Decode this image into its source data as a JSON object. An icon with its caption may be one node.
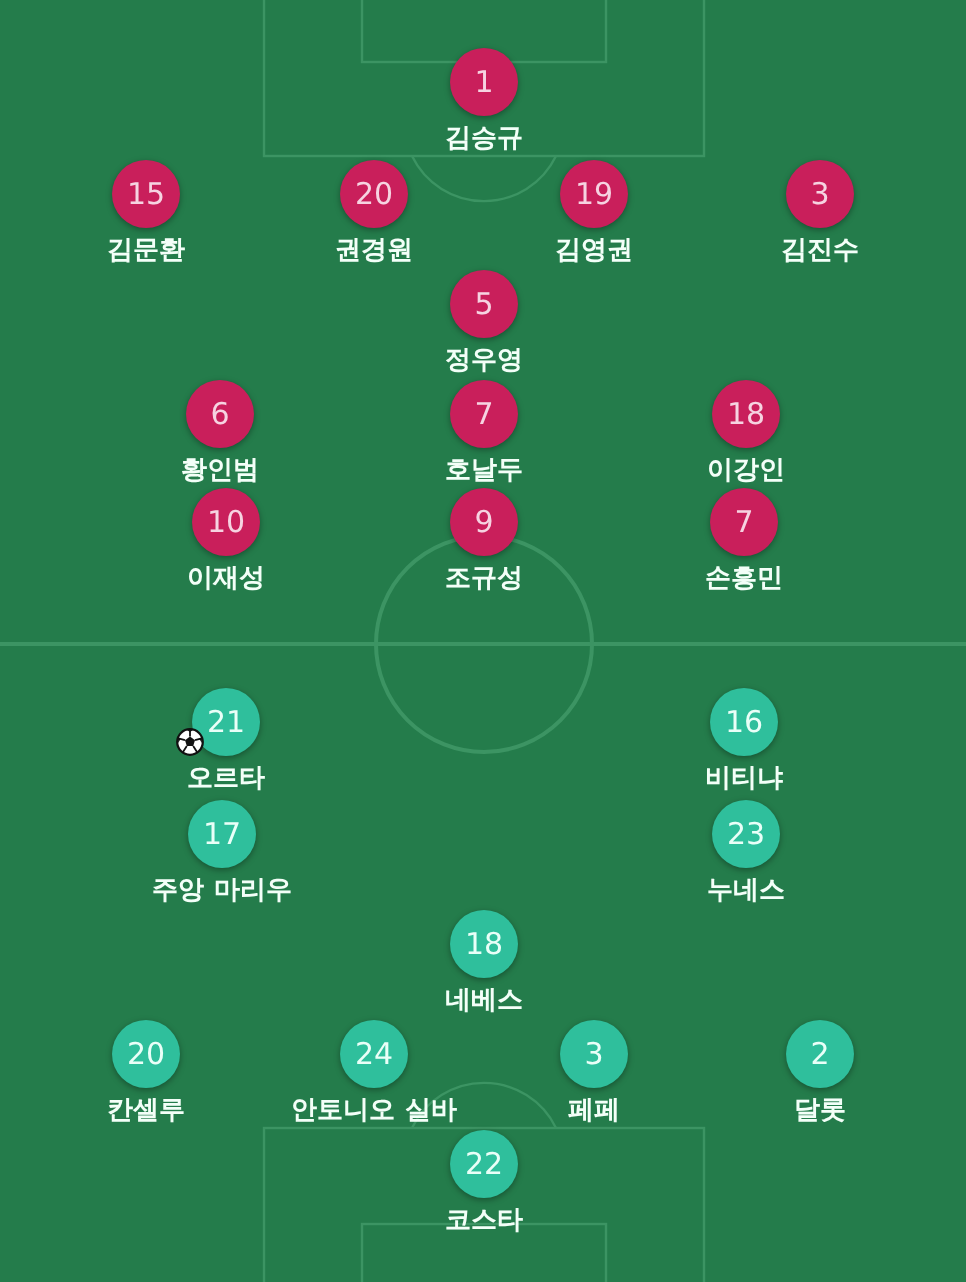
{
  "diagram": {
    "nodes": [
      {
        "text": [
          "1",
          "김승규"
        ]
      },
      {
        "text": [
          "15",
          "김문환"
        ]
      },
      {
        "text": [
          "20",
          "권경원"
        ]
      },
      {
        "text": [
          "19",
          "김영권"
        ]
      },
      {
        "text": [
          "3",
          "김진수"
        ]
      },
      {
        "text": [
          "5",
          "정우영"
        ]
      },
      {
        "text": [
          "6",
          "황인범"
        ]
      },
      {
        "text": [
          "7",
          "호날두"
        ]
      },
      {
        "text": [
          "18",
          "이강인"
        ]
      },
      {
        "text": [
          "10",
          "이재성"
        ]
      },
      {
        "text": [
          "9",
          "조규성"
        ]
      },
      {
        "text": [
          "7",
          "손흥민"
        ]
      },
      {
        "text": [
          "21",
          "오르타"
        ]
      },
      {
        "text": [
          "16",
          "비티냐"
        ]
      },
      {
        "text": [
          "17",
          "주앙 마리우"
        ]
      },
      {
        "text": [
          "23",
          "누네스"
        ]
      },
      {
        "text": [
          "18",
          "네베스"
        ]
      },
      {
        "text": [
          "20",
          "칸셀루"
        ]
      },
      {
        "text": [
          "24",
          "안토니오 실바"
        ]
      },
      {
        "text": [
          "3",
          "페페"
        ]
      },
      {
        "text": [
          "2",
          "달롯"
        ]
      },
      {
        "text": [
          "22",
          "코스타"
        ]
      }
    ]
  }
}
